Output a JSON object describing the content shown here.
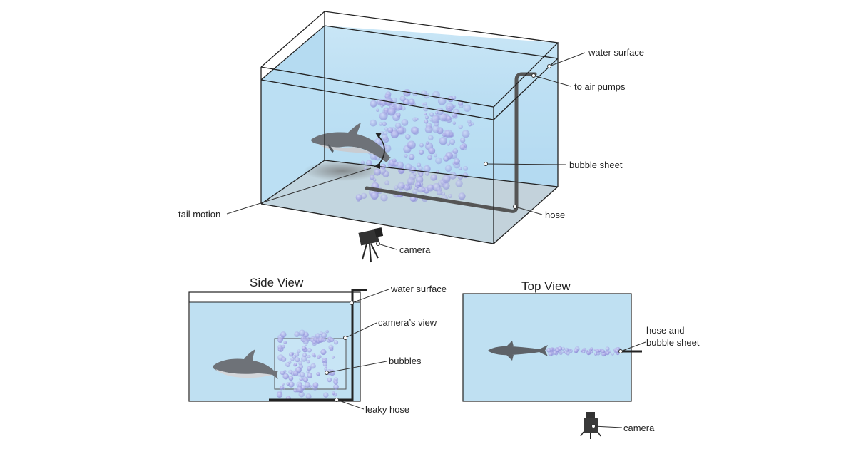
{
  "main_diagram": {
    "labels": {
      "water_surface": "water surface",
      "to_air_pumps": "to air pumps",
      "bubble_sheet": "bubble sheet",
      "hose": "hose",
      "tail_motion": "tail motion",
      "camera": "camera"
    }
  },
  "side_view": {
    "title": "Side View",
    "labels": {
      "water_surface": "water surface",
      "cameras_view": "camera’s view",
      "bubbles": "bubbles",
      "leaky_hose": "leaky hose"
    }
  },
  "top_view": {
    "title": "Top View",
    "labels": {
      "hose_and_bubble_sheet_line1": "hose and",
      "hose_and_bubble_sheet_line2": "bubble sheet",
      "camera": "camera"
    }
  },
  "colors": {
    "water": "#bfe0f2",
    "floor": "#c8c8c8",
    "bubbles": "#9c9ce0",
    "hose": "#555555",
    "dolphin": "#6e7278"
  }
}
